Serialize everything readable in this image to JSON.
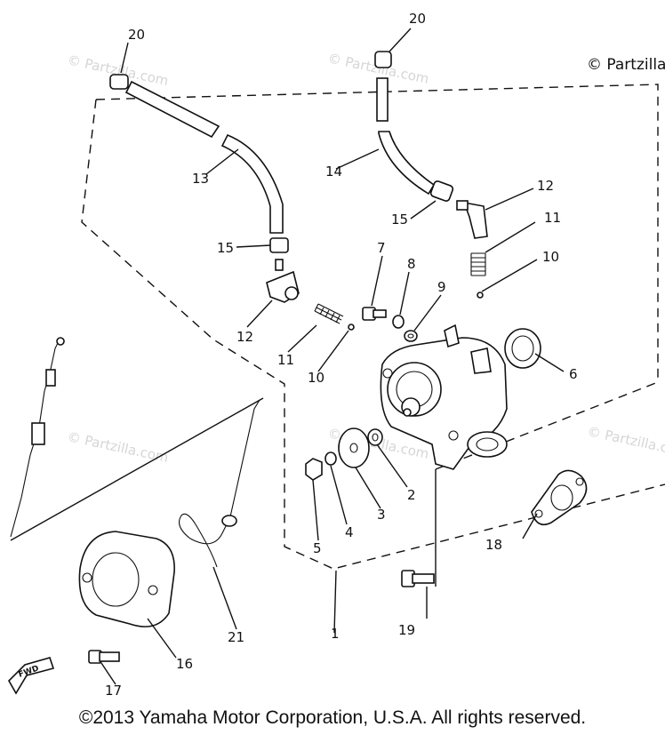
{
  "watermarks": {
    "corner": "© Partzilla",
    "repeated": "© Partzilla.com"
  },
  "callouts": {
    "c1": "1",
    "c2": "2",
    "c3": "3",
    "c4": "4",
    "c5": "5",
    "c6": "6",
    "c7": "7",
    "c8": "8",
    "c9": "9",
    "c10a": "10",
    "c10b": "10",
    "c11a": "11",
    "c11b": "11",
    "c12a": "12",
    "c12b": "12",
    "c13": "13",
    "c14": "14",
    "c15a": "15",
    "c15b": "15",
    "c16": "16",
    "c17": "17",
    "c18": "18",
    "c19": "19",
    "c20a": "20",
    "c20b": "20",
    "c21": "21"
  },
  "fwd_badge": "FWD",
  "copyright": "©2013  Yamaha Motor Corporation, U.S.A. All rights reserved."
}
